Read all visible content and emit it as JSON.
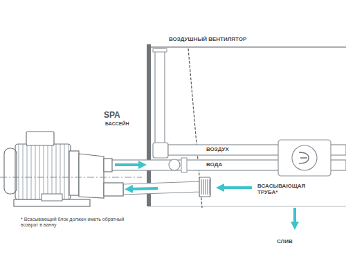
{
  "diagram": {
    "labels": [
      "ВОЗДУШНЫЙ ВЕНТИЛЯТОР",
      "SPA",
      "БАССЕЙН",
      "ВОЗДУХ",
      "ВОДА",
      "ВСАСЫВАЮЩАЯ ТРУБА*",
      "* Всасывающий блок должен иметь обратный возврат в ванну",
      "СЛИВ"
    ]
  }
}
